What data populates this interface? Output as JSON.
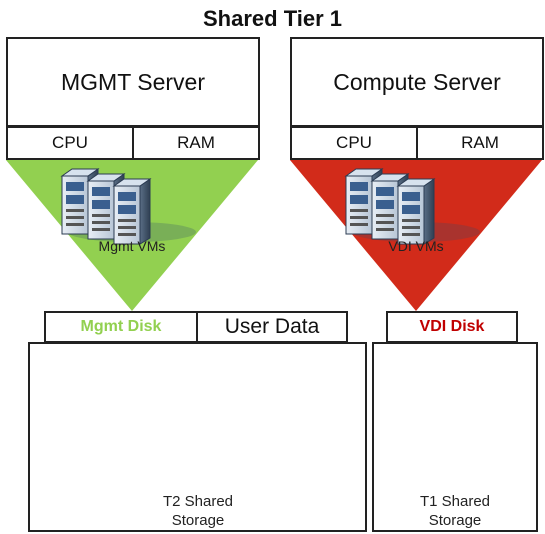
{
  "title": "Shared Tier 1",
  "left_server": {
    "name": "MGMT Server",
    "cpu": "CPU",
    "ram": "RAM",
    "vm_label": "Mgmt VMs",
    "funnel_color": "#92d050"
  },
  "right_server": {
    "name": "Compute Server",
    "cpu": "CPU",
    "ram": "RAM",
    "vm_label": "VDI VMs",
    "funnel_color": "#d22b1a"
  },
  "disks": {
    "mgmt_disk": "Mgmt Disk",
    "mgmt_disk_color": "#92d050",
    "user_data": "User Data",
    "vdi_disk": "VDI Disk",
    "vdi_disk_color": "#c00000"
  },
  "storage": {
    "t2_line1": "T2 Shared",
    "t2_line2": "Storage",
    "t1_line1": "T1 Shared",
    "t1_line2": "Storage"
  }
}
